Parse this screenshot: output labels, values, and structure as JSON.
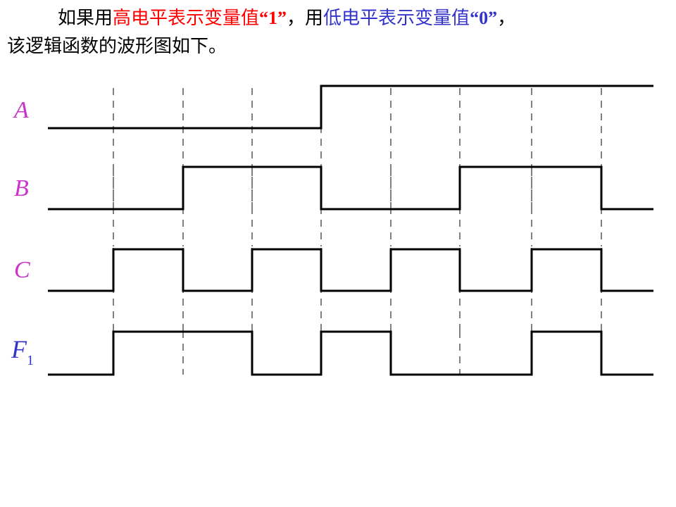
{
  "text": {
    "line1_a": "如果用",
    "line1_b": "高电平表示变量值",
    "line1_c": "“1”",
    "line1_d": "，用",
    "line1_e": "低电平表示变量值",
    "line1_f": "“0”",
    "line1_g": "，",
    "line2": "该逻辑函数的波形图如下。"
  },
  "colors": {
    "high_text": "#ff0000",
    "low_text": "#3333cc",
    "label_abc": "#cc33cc",
    "label_f": "#3333cc",
    "wave": "#000000"
  },
  "signals": [
    {
      "name": "A",
      "sub": "",
      "levels": [
        0,
        0,
        0,
        0,
        1,
        1,
        1,
        1,
        1
      ]
    },
    {
      "name": "B",
      "sub": "",
      "levels": [
        0,
        0,
        1,
        1,
        0,
        0,
        1,
        1,
        0
      ]
    },
    {
      "name": "C",
      "sub": "",
      "levels": [
        0,
        1,
        0,
        1,
        0,
        1,
        0,
        1,
        0
      ]
    },
    {
      "name": "F",
      "sub": "1",
      "levels": [
        0,
        1,
        1,
        0,
        1,
        0,
        0,
        1,
        0
      ]
    }
  ]
}
